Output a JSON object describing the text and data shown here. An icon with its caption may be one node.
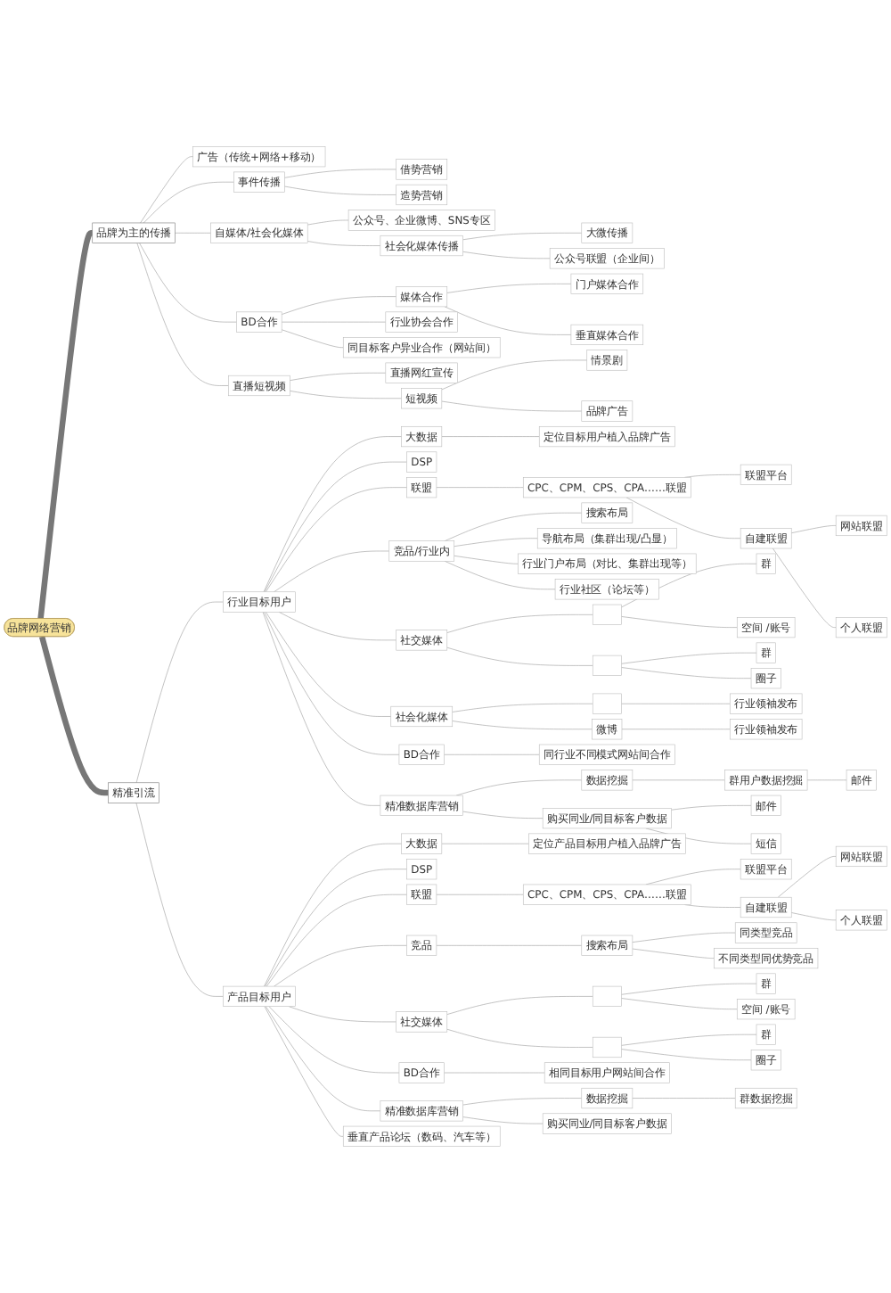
{
  "diagram": {
    "nodes": [
      {
        "text": [
          "品牌网络营销"
        ]
      },
      {
        "text": [
          "品牌为主的传播"
        ]
      },
      {
        "text": [
          "广告（传统+网络+移动）"
        ]
      },
      {
        "text": [
          "事件传播"
        ]
      },
      {
        "text": [
          "借势营销"
        ]
      },
      {
        "text": [
          "造势营销"
        ]
      },
      {
        "text": [
          "自媒体/社会化媒体"
        ]
      },
      {
        "text": [
          "公众号、企业微博、SNS专区"
        ]
      },
      {
        "text": [
          "社会化媒体传播"
        ]
      },
      {
        "text": [
          "大微传播"
        ]
      },
      {
        "text": [
          "公众号联盟（企业间）"
        ]
      },
      {
        "text": [
          "BD合作"
        ]
      },
      {
        "text": [
          "媒体合作"
        ]
      },
      {
        "text": [
          "门户媒体合作"
        ]
      },
      {
        "text": [
          "垂直媒体合作"
        ]
      },
      {
        "text": [
          "行业协会合作"
        ]
      },
      {
        "text": [
          "同目标客户异业合作（网站间）"
        ]
      },
      {
        "text": [
          "直播短视频"
        ]
      },
      {
        "text": [
          "直播网红宣传"
        ]
      },
      {
        "text": [
          "短视频"
        ]
      },
      {
        "text": [
          "情景剧"
        ]
      },
      {
        "text": [
          "品牌广告"
        ]
      },
      {
        "text": [
          "精准引流"
        ]
      },
      {
        "text": [
          "行业目标用户"
        ]
      },
      {
        "text": [
          "大数据"
        ]
      },
      {
        "text": [
          "定位目标用户植入品牌广告"
        ]
      },
      {
        "text": [
          "DSP"
        ]
      },
      {
        "text": [
          "联盟"
        ]
      },
      {
        "text": [
          "CPC、CPM、CPS、CPA……联盟"
        ]
      },
      {
        "text": [
          "联盟平台"
        ]
      },
      {
        "text": [
          "自建联盟"
        ]
      },
      {
        "text": [
          "网站联盟"
        ]
      },
      {
        "text": [
          "个人联盟"
        ]
      },
      {
        "text": [
          "竞品/行业内"
        ]
      },
      {
        "text": [
          "搜索布局"
        ]
      },
      {
        "text": [
          "导航布局（集群出现/凸显）"
        ]
      },
      {
        "text": [
          "行业门户布局（对比、集群出现等）"
        ]
      },
      {
        "text": [
          "行业社区（论坛等）"
        ]
      },
      {
        "text": [
          "社交媒体"
        ]
      },
      {
        "text": [],
        "shape": "box"
      },
      {
        "text": [
          "群"
        ]
      },
      {
        "text": [
          "空间 /账号"
        ]
      },
      {
        "text": [],
        "shape": "box"
      },
      {
        "text": [
          "群"
        ]
      },
      {
        "text": [
          "圈子"
        ]
      },
      {
        "text": [
          "社会化媒体"
        ]
      },
      {
        "text": [],
        "shape": "box"
      },
      {
        "text": [
          "行业领袖发布"
        ]
      },
      {
        "text": [
          "微博"
        ]
      },
      {
        "text": [
          "行业领袖发布"
        ]
      },
      {
        "text": [
          "BD合作"
        ]
      },
      {
        "text": [
          "同行业不同模式网站间合作"
        ]
      },
      {
        "text": [
          "精准数据库营销"
        ]
      },
      {
        "text": [
          "数据挖掘"
        ]
      },
      {
        "text": [
          "群用户数据挖掘"
        ]
      },
      {
        "text": [
          "邮件"
        ]
      },
      {
        "text": [
          "购买同业/同目标客户数据"
        ]
      },
      {
        "text": [
          "邮件"
        ]
      },
      {
        "text": [
          "短信"
        ]
      },
      {
        "text": [
          "产品目标用户"
        ]
      },
      {
        "text": [
          "大数据"
        ]
      },
      {
        "text": [
          "定位产品目标用户植入品牌广告"
        ]
      },
      {
        "text": [
          "DSP"
        ]
      },
      {
        "text": [
          "联盟"
        ]
      },
      {
        "text": [
          "CPC、CPM、CPS、CPA……联盟"
        ]
      },
      {
        "text": [
          "联盟平台"
        ]
      },
      {
        "text": [
          "自建联盟"
        ]
      },
      {
        "text": [
          "网站联盟"
        ]
      },
      {
        "text": [
          "个人联盟"
        ]
      },
      {
        "text": [
          "竞品"
        ]
      },
      {
        "text": [
          "搜索布局"
        ]
      },
      {
        "text": [
          "同类型竞品"
        ]
      },
      {
        "text": [
          "不同类型同优势竞品"
        ]
      },
      {
        "text": [
          "社交媒体"
        ]
      },
      {
        "text": [],
        "shape": "box"
      },
      {
        "text": [
          "群"
        ]
      },
      {
        "text": [
          "空间 /账号"
        ]
      },
      {
        "text": [],
        "shape": "box"
      },
      {
        "text": [
          "群"
        ]
      },
      {
        "text": [
          "圈子"
        ]
      },
      {
        "text": [
          "BD合作"
        ]
      },
      {
        "text": [
          "相同目标用户网站间合作"
        ]
      },
      {
        "text": [
          "精准数据库营销"
        ]
      },
      {
        "text": [
          "数据挖掘"
        ]
      },
      {
        "text": [
          "群数据挖掘"
        ]
      },
      {
        "text": [
          "购买同业/同目标客户数据"
        ]
      },
      {
        "text": [
          "垂直产品论坛（数码、汽车等）"
        ]
      }
    ],
    "edges": [
      {
        "from": 0,
        "to": 1,
        "arrow": "none",
        "style": "thick"
      },
      {
        "from": 1,
        "to": 2,
        "arrow": "none"
      },
      {
        "from": 1,
        "to": 3,
        "arrow": "none"
      },
      {
        "from": 3,
        "to": 4,
        "arrow": "none"
      },
      {
        "from": 3,
        "to": 5,
        "arrow": "none"
      },
      {
        "from": 1,
        "to": 6,
        "arrow": "none"
      },
      {
        "from": 6,
        "to": 7,
        "arrow": "none"
      },
      {
        "from": 6,
        "to": 8,
        "arrow": "none"
      },
      {
        "from": 8,
        "to": 9,
        "arrow": "none"
      },
      {
        "from": 8,
        "to": 10,
        "arrow": "none"
      },
      {
        "from": 1,
        "to": 11,
        "arrow": "none"
      },
      {
        "from": 11,
        "to": 12,
        "arrow": "none"
      },
      {
        "from": 12,
        "to": 13,
        "arrow": "none"
      },
      {
        "from": 12,
        "to": 14,
        "arrow": "none"
      },
      {
        "from": 11,
        "to": 15,
        "arrow": "none"
      },
      {
        "from": 11,
        "to": 16,
        "arrow": "none"
      },
      {
        "from": 1,
        "to": 17,
        "arrow": "none"
      },
      {
        "from": 17,
        "to": 18,
        "arrow": "none"
      },
      {
        "from": 17,
        "to": 19,
        "arrow": "none"
      },
      {
        "from": 19,
        "to": 20,
        "arrow": "none"
      },
      {
        "from": 19,
        "to": 21,
        "arrow": "none"
      },
      {
        "from": 0,
        "to": 22,
        "arrow": "none",
        "style": "thick"
      },
      {
        "from": 22,
        "to": 23,
        "arrow": "none"
      },
      {
        "from": 23,
        "to": 24,
        "arrow": "none"
      },
      {
        "from": 24,
        "to": 25,
        "arrow": "none"
      },
      {
        "from": 23,
        "to": 26,
        "arrow": "none"
      },
      {
        "from": 23,
        "to": 27,
        "arrow": "none"
      },
      {
        "from": 27,
        "to": 28,
        "arrow": "none"
      },
      {
        "from": 28,
        "to": 29,
        "arrow": "none"
      },
      {
        "from": 28,
        "to": 30,
        "arrow": "none"
      },
      {
        "from": 30,
        "to": 31,
        "arrow": "none"
      },
      {
        "from": 30,
        "to": 32,
        "arrow": "none"
      },
      {
        "from": 23,
        "to": 33,
        "arrow": "none"
      },
      {
        "from": 33,
        "to": 34,
        "arrow": "none"
      },
      {
        "from": 33,
        "to": 35,
        "arrow": "none"
      },
      {
        "from": 33,
        "to": 36,
        "arrow": "none"
      },
      {
        "from": 33,
        "to": 37,
        "arrow": "none"
      },
      {
        "from": 23,
        "to": 38,
        "arrow": "none"
      },
      {
        "from": 38,
        "to": 39,
        "arrow": "none"
      },
      {
        "from": 39,
        "to": 40,
        "arrow": "none"
      },
      {
        "from": 39,
        "to": 41,
        "arrow": "none"
      },
      {
        "from": 38,
        "to": 42,
        "arrow": "none"
      },
      {
        "from": 42,
        "to": 43,
        "arrow": "none"
      },
      {
        "from": 42,
        "to": 44,
        "arrow": "none"
      },
      {
        "from": 23,
        "to": 45,
        "arrow": "none"
      },
      {
        "from": 45,
        "to": 46,
        "arrow": "none"
      },
      {
        "from": 46,
        "to": 47,
        "arrow": "none"
      },
      {
        "from": 45,
        "to": 48,
        "arrow": "none"
      },
      {
        "from": 48,
        "to": 49,
        "arrow": "none"
      },
      {
        "from": 23,
        "to": 50,
        "arrow": "none"
      },
      {
        "from": 50,
        "to": 51,
        "arrow": "none"
      },
      {
        "from": 23,
        "to": 52,
        "arrow": "none"
      },
      {
        "from": 52,
        "to": 53,
        "arrow": "none"
      },
      {
        "from": 53,
        "to": 54,
        "arrow": "none"
      },
      {
        "from": 54,
        "to": 55,
        "arrow": "none"
      },
      {
        "from": 52,
        "to": 56,
        "arrow": "none"
      },
      {
        "from": 56,
        "to": 57,
        "arrow": "none"
      },
      {
        "from": 56,
        "to": 58,
        "arrow": "none"
      },
      {
        "from": 22,
        "to": 59,
        "arrow": "none"
      },
      {
        "from": 59,
        "to": 60,
        "arrow": "none"
      },
      {
        "from": 60,
        "to": 61,
        "arrow": "none"
      },
      {
        "from": 59,
        "to": 62,
        "arrow": "none"
      },
      {
        "from": 59,
        "to": 63,
        "arrow": "none"
      },
      {
        "from": 63,
        "to": 64,
        "arrow": "none"
      },
      {
        "from": 64,
        "to": 65,
        "arrow": "none"
      },
      {
        "from": 64,
        "to": 66,
        "arrow": "none"
      },
      {
        "from": 66,
        "to": 67,
        "arrow": "none"
      },
      {
        "from": 66,
        "to": 68,
        "arrow": "none"
      },
      {
        "from": 59,
        "to": 69,
        "arrow": "none"
      },
      {
        "from": 69,
        "to": 70,
        "arrow": "none"
      },
      {
        "from": 70,
        "to": 71,
        "arrow": "none"
      },
      {
        "from": 70,
        "to": 72,
        "arrow": "none"
      },
      {
        "from": 59,
        "to": 73,
        "arrow": "none"
      },
      {
        "from": 73,
        "to": 74,
        "arrow": "none"
      },
      {
        "from": 74,
        "to": 75,
        "arrow": "none"
      },
      {
        "from": 74,
        "to": 76,
        "arrow": "none"
      },
      {
        "from": 73,
        "to": 77,
        "arrow": "none"
      },
      {
        "from": 77,
        "to": 78,
        "arrow": "none"
      },
      {
        "from": 77,
        "to": 79,
        "arrow": "none"
      },
      {
        "from": 59,
        "to": 80,
        "arrow": "none"
      },
      {
        "from": 80,
        "to": 81,
        "arrow": "none"
      },
      {
        "from": 59,
        "to": 82,
        "arrow": "none"
      },
      {
        "from": 82,
        "to": 83,
        "arrow": "none"
      },
      {
        "from": 83,
        "to": 84,
        "arrow": "none"
      },
      {
        "from": 82,
        "to": 85,
        "arrow": "none"
      },
      {
        "from": 59,
        "to": 86,
        "arrow": "none"
      }
    ]
  }
}
